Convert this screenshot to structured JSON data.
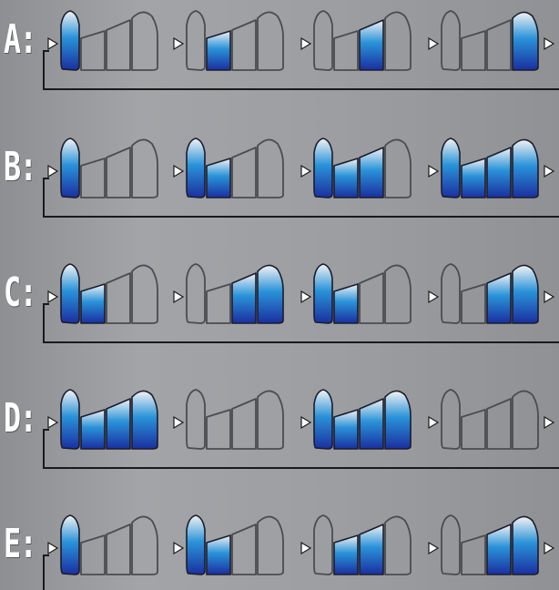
{
  "rows": [
    {
      "label": "A:",
      "steps": [
        [
          1,
          0,
          0,
          0
        ],
        [
          0,
          1,
          0,
          0
        ],
        [
          0,
          0,
          1,
          0
        ],
        [
          0,
          0,
          0,
          1
        ]
      ]
    },
    {
      "label": "B:",
      "steps": [
        [
          1,
          0,
          0,
          0
        ],
        [
          1,
          1,
          0,
          0
        ],
        [
          1,
          1,
          1,
          0
        ],
        [
          1,
          1,
          1,
          1
        ]
      ]
    },
    {
      "label": "C:",
      "steps": [
        [
          1,
          1,
          0,
          0
        ],
        [
          0,
          0,
          1,
          1
        ],
        [
          1,
          1,
          0,
          0
        ],
        [
          0,
          0,
          1,
          1
        ]
      ]
    },
    {
      "label": "D:",
      "steps": [
        [
          1,
          1,
          1,
          1
        ],
        [
          0,
          0,
          0,
          0
        ],
        [
          1,
          1,
          1,
          1
        ],
        [
          0,
          0,
          0,
          0
        ]
      ]
    },
    {
      "label": "E:",
      "steps": [
        [
          1,
          0,
          0,
          0
        ],
        [
          1,
          1,
          0,
          0
        ],
        [
          0,
          1,
          1,
          0
        ],
        [
          0,
          0,
          1,
          1
        ]
      ]
    }
  ],
  "colors": {
    "lit_top": "#f2f2f4",
    "lit_mid": "#2a93d9",
    "lit_bottom": "#1a2fa0",
    "outline_lit": "#1c1c2a",
    "outline_off": "#4a4c50",
    "connector": "#1a1a1a",
    "arrow_fill": "#ffffff"
  }
}
